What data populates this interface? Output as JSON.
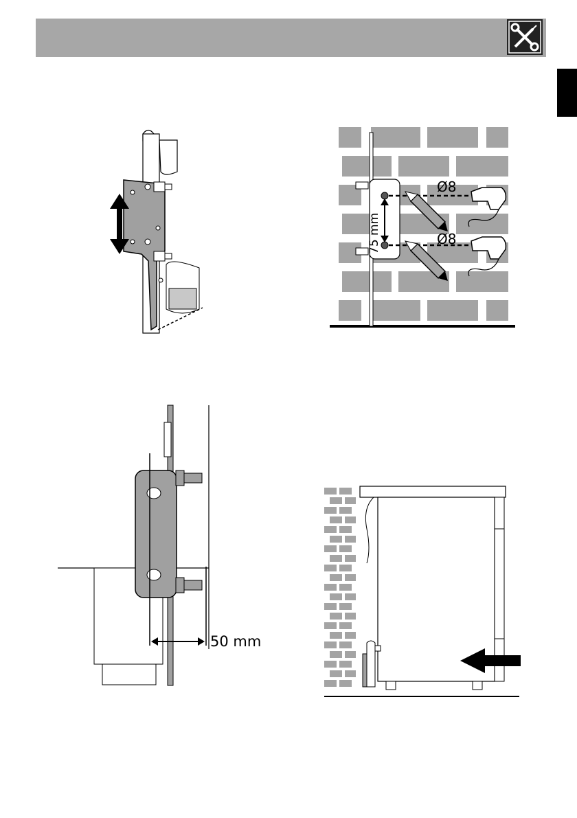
{
  "header": {
    "icon": "wrench-screwdriver-icon"
  },
  "language_tab": {
    "color": "#000000"
  },
  "figures": {
    "bracket_height": {
      "icon": "bracket-adjust-illustration"
    },
    "wall_drilling": {
      "hole_diameter_top": "Ø8",
      "hole_diameter_bottom": "Ø8",
      "spacing_label": "75 mm"
    },
    "bracket_distance": {
      "distance_label": "50 mm"
    },
    "appliance_slide": {
      "icon": "push-arrow-icon"
    }
  },
  "colors": {
    "header_bar": "#a7a7a7",
    "bracket_fill": "#a0a0a0",
    "brick": "#a4a4a4"
  }
}
